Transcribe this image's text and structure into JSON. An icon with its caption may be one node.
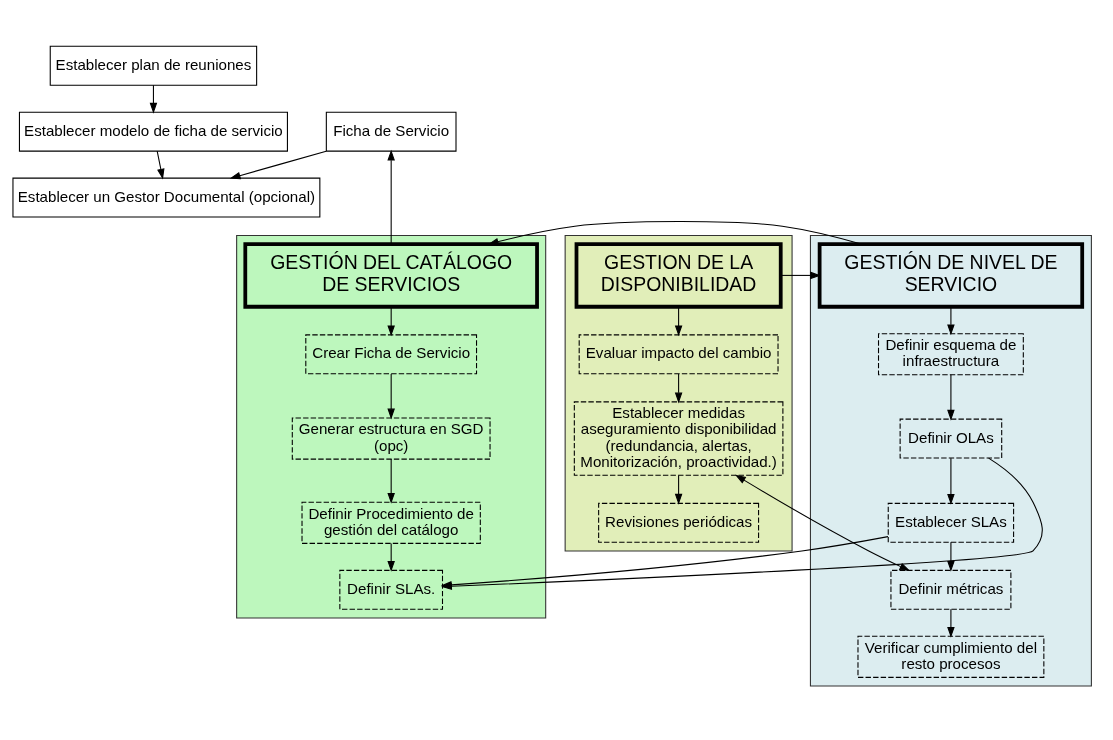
{
  "diagram": {
    "nodes": [
      {
        "text": [
          "Establecer plan de reuniones"
        ]
      },
      {
        "text": [
          "Establecer modelo de ficha de servicio"
        ]
      },
      {
        "text": [
          "Ficha de Servicio"
        ]
      },
      {
        "text": [
          "Establecer un Gestor Documental (opcional)"
        ]
      },
      {
        "text": [],
        "shape": "box"
      },
      {
        "text": [
          "GESTIÓN DEL CATÁLOGO DE SERVICIOS"
        ],
        "in": 4
      },
      {
        "text": [
          "Crear Ficha de Servicio"
        ],
        "in": 4
      },
      {
        "text": [
          "Generar estructura en SGD (opc)"
        ],
        "in": 4
      },
      {
        "text": [
          "Definir Procedimiento de gestión del catálogo"
        ],
        "in": 4
      },
      {
        "text": [
          "Definir SLAs."
        ],
        "in": 4
      },
      {
        "text": [],
        "shape": "box"
      },
      {
        "text": [
          "GESTIÓN DE NIVEL DE SERVICIO"
        ],
        "in": 10
      },
      {
        "text": [
          "Definir esquema de infraestructura"
        ],
        "in": 10
      },
      {
        "text": [
          "Definir OLAs"
        ],
        "in": 10
      },
      {
        "text": [
          "Establecer SLAs"
        ],
        "in": 10
      },
      {
        "text": [
          "Definir métricas"
        ],
        "in": 10
      },
      {
        "text": [
          "Verificar cumplimiento del resto procesos"
        ],
        "in": 10
      },
      {
        "text": [],
        "shape": "box"
      },
      {
        "text": [
          "GESTION DE LA DISPONIBILIDAD"
        ],
        "in": 17
      },
      {
        "text": [
          "Evaluar impacto del cambio"
        ],
        "in": 17
      },
      {
        "text": [
          "Establecer medidas aseguramiento disponibilidad (redundancia, alertas, Monitorización, proactividad.)"
        ],
        "in": 17
      },
      {
        "text": [
          "Revisiones periódicas"
        ],
        "in": 17
      }
    ],
    "edges": [
      {
        "from": 0,
        "to": 1,
        "arrow": "to"
      },
      {
        "from": 1,
        "to": 3,
        "arrow": "to"
      },
      {
        "from": 2,
        "to": 3,
        "arrow": "to"
      },
      {
        "from": 5,
        "to": 2,
        "arrow": "to"
      },
      {
        "from": 11,
        "to": 5,
        "arrow": "to"
      },
      {
        "from": 18,
        "to": 11,
        "arrow": "to"
      },
      {
        "from": 5,
        "to": 6,
        "arrow": "to"
      },
      {
        "from": 6,
        "to": 7,
        "arrow": "to"
      },
      {
        "from": 7,
        "to": 8,
        "arrow": "to"
      },
      {
        "from": 8,
        "to": 9,
        "arrow": "to"
      },
      {
        "from": 11,
        "to": 12,
        "arrow": "to"
      },
      {
        "from": 12,
        "to": 13,
        "arrow": "to"
      },
      {
        "from": 13,
        "to": 14,
        "arrow": "to"
      },
      {
        "from": 14,
        "to": 15,
        "arrow": "to"
      },
      {
        "from": 15,
        "to": 16,
        "arrow": "to"
      },
      {
        "from": 13,
        "to": 9,
        "arrow": "to"
      },
      {
        "from": 14,
        "to": 9,
        "arrow": "to"
      },
      {
        "from": 15,
        "to": 20,
        "arrow": "both"
      },
      {
        "from": 18,
        "to": 19,
        "arrow": "to"
      },
      {
        "from": 19,
        "to": 20,
        "arrow": "to"
      },
      {
        "from": 20,
        "to": 21,
        "arrow": "to"
      }
    ]
  }
}
